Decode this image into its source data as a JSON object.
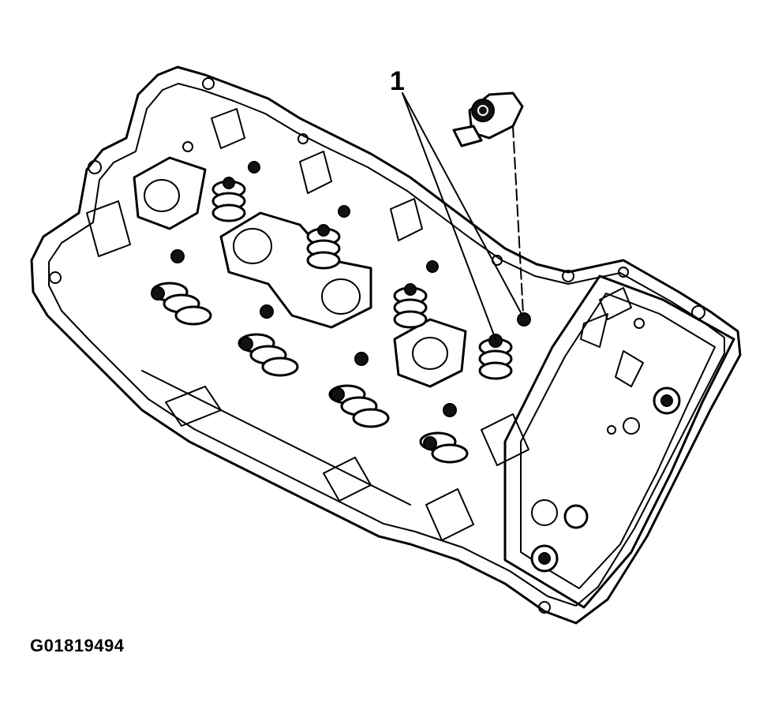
{
  "diagram": {
    "callout_label": "1",
    "figure_id": "G01819494",
    "components": {
      "cylinder_head": "cylinder-head",
      "rocker_arms": "rocker-arm",
      "valve_springs": "valve-spring",
      "lash_adjusters": "lash-adjuster",
      "detached_rocker": "detached-roller-rocker"
    }
  }
}
